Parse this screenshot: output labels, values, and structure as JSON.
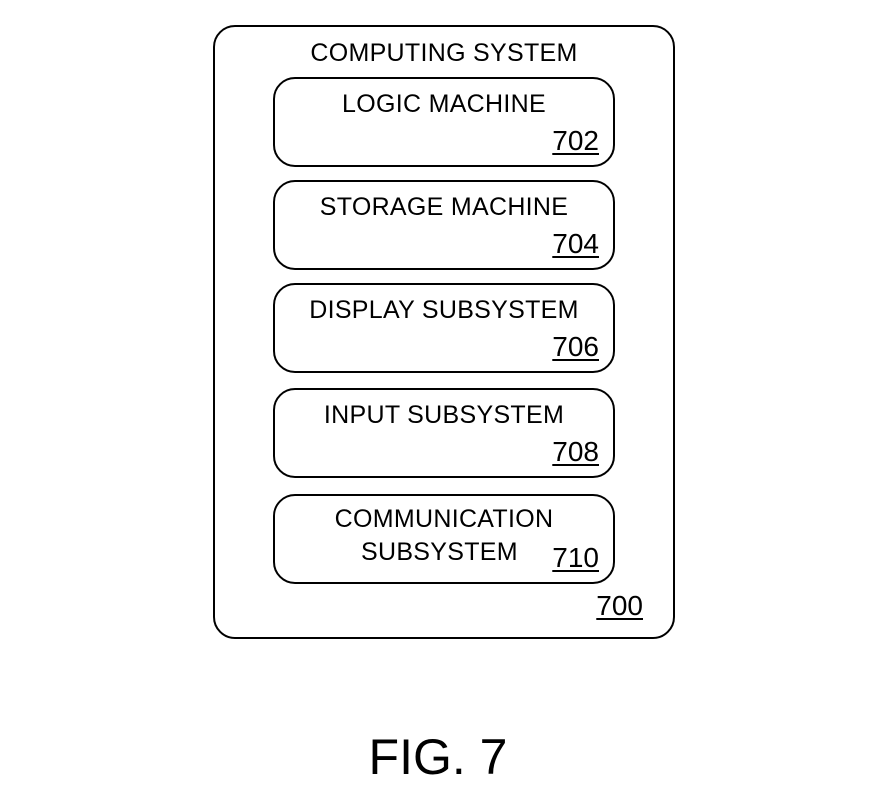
{
  "system": {
    "title": "COMPUTING SYSTEM",
    "ref": "700"
  },
  "components": [
    {
      "label": "LOGIC MACHINE",
      "ref": "702"
    },
    {
      "label": "STORAGE MACHINE",
      "ref": "704"
    },
    {
      "label": "DISPLAY SUBSYSTEM",
      "ref": "706"
    },
    {
      "label": "INPUT SUBSYSTEM",
      "ref": "708"
    },
    {
      "label_line1": "COMMUNICATION",
      "label_line2": "SUBSYSTEM",
      "ref": "710"
    }
  ],
  "figure": {
    "label": "FIG. 7"
  }
}
